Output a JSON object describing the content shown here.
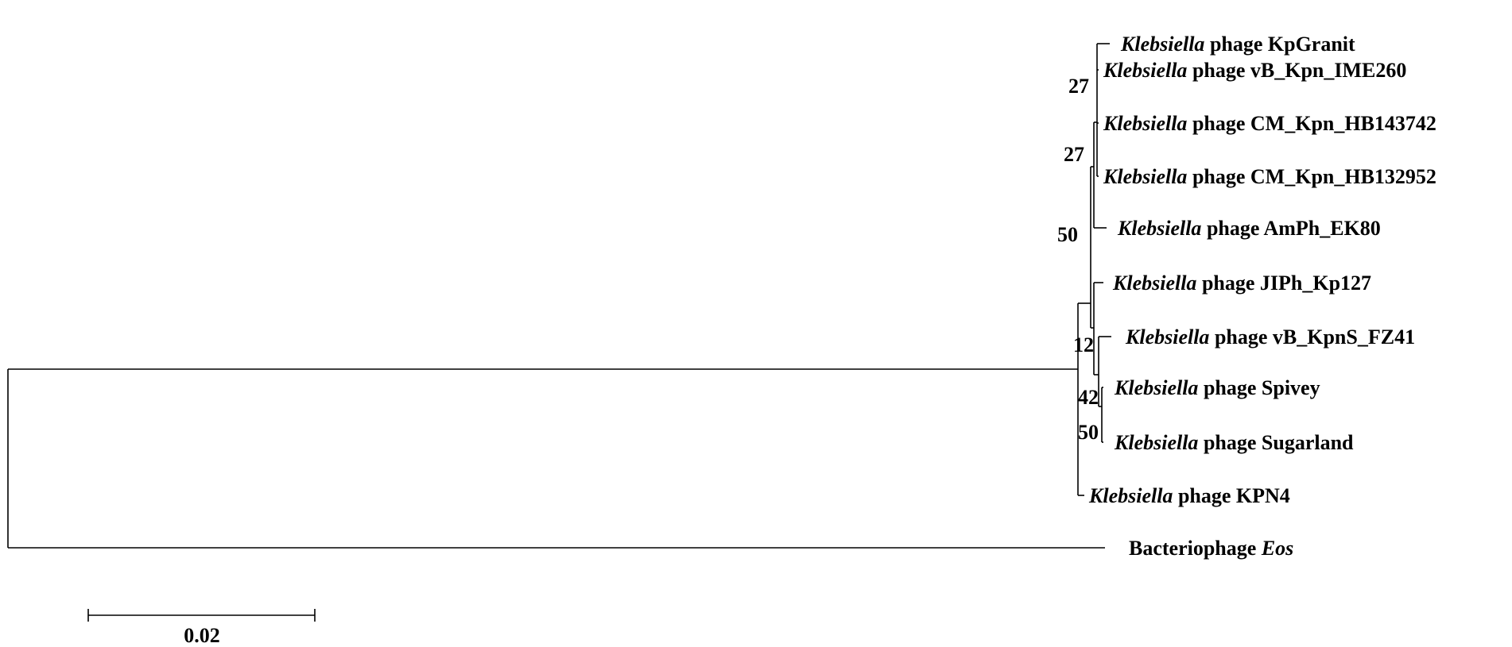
{
  "tree": {
    "leaves": [
      {
        "id": "kpgranit",
        "genus": "Klebsiella",
        "rest": " phage KpGranit"
      },
      {
        "id": "ime260",
        "genus": "Klebsiella",
        "rest": " phage vB_Kpn_IME260"
      },
      {
        "id": "hb143742",
        "genus": "Klebsiella",
        "rest": " phage CM_Kpn_HB143742"
      },
      {
        "id": "hb132952",
        "genus": "Klebsiella",
        "rest": " phage CM_Kpn_HB132952"
      },
      {
        "id": "ek80",
        "genus": "Klebsiella",
        "rest": " phage AmPh_EK80"
      },
      {
        "id": "kp127",
        "genus": "Klebsiella",
        "rest": " phage JIPh_Kp127"
      },
      {
        "id": "fz41",
        "genus": "Klebsiella",
        "rest": " phage vB_KpnS_FZ41"
      },
      {
        "id": "spivey",
        "genus": "Klebsiella",
        "rest": " phage Spivey"
      },
      {
        "id": "sugarland",
        "genus": "Klebsiella",
        "rest": " phage Sugarland"
      },
      {
        "id": "kpn4",
        "genus": "Klebsiella",
        "rest": " phage KPN4"
      }
    ],
    "outgroup": {
      "prefix": "Bacteriophage ",
      "species": "Eos"
    },
    "bootstrap": [
      "27",
      "27",
      "50",
      "12",
      "42",
      "50"
    ]
  },
  "scale_bar": {
    "label": "0.02"
  }
}
